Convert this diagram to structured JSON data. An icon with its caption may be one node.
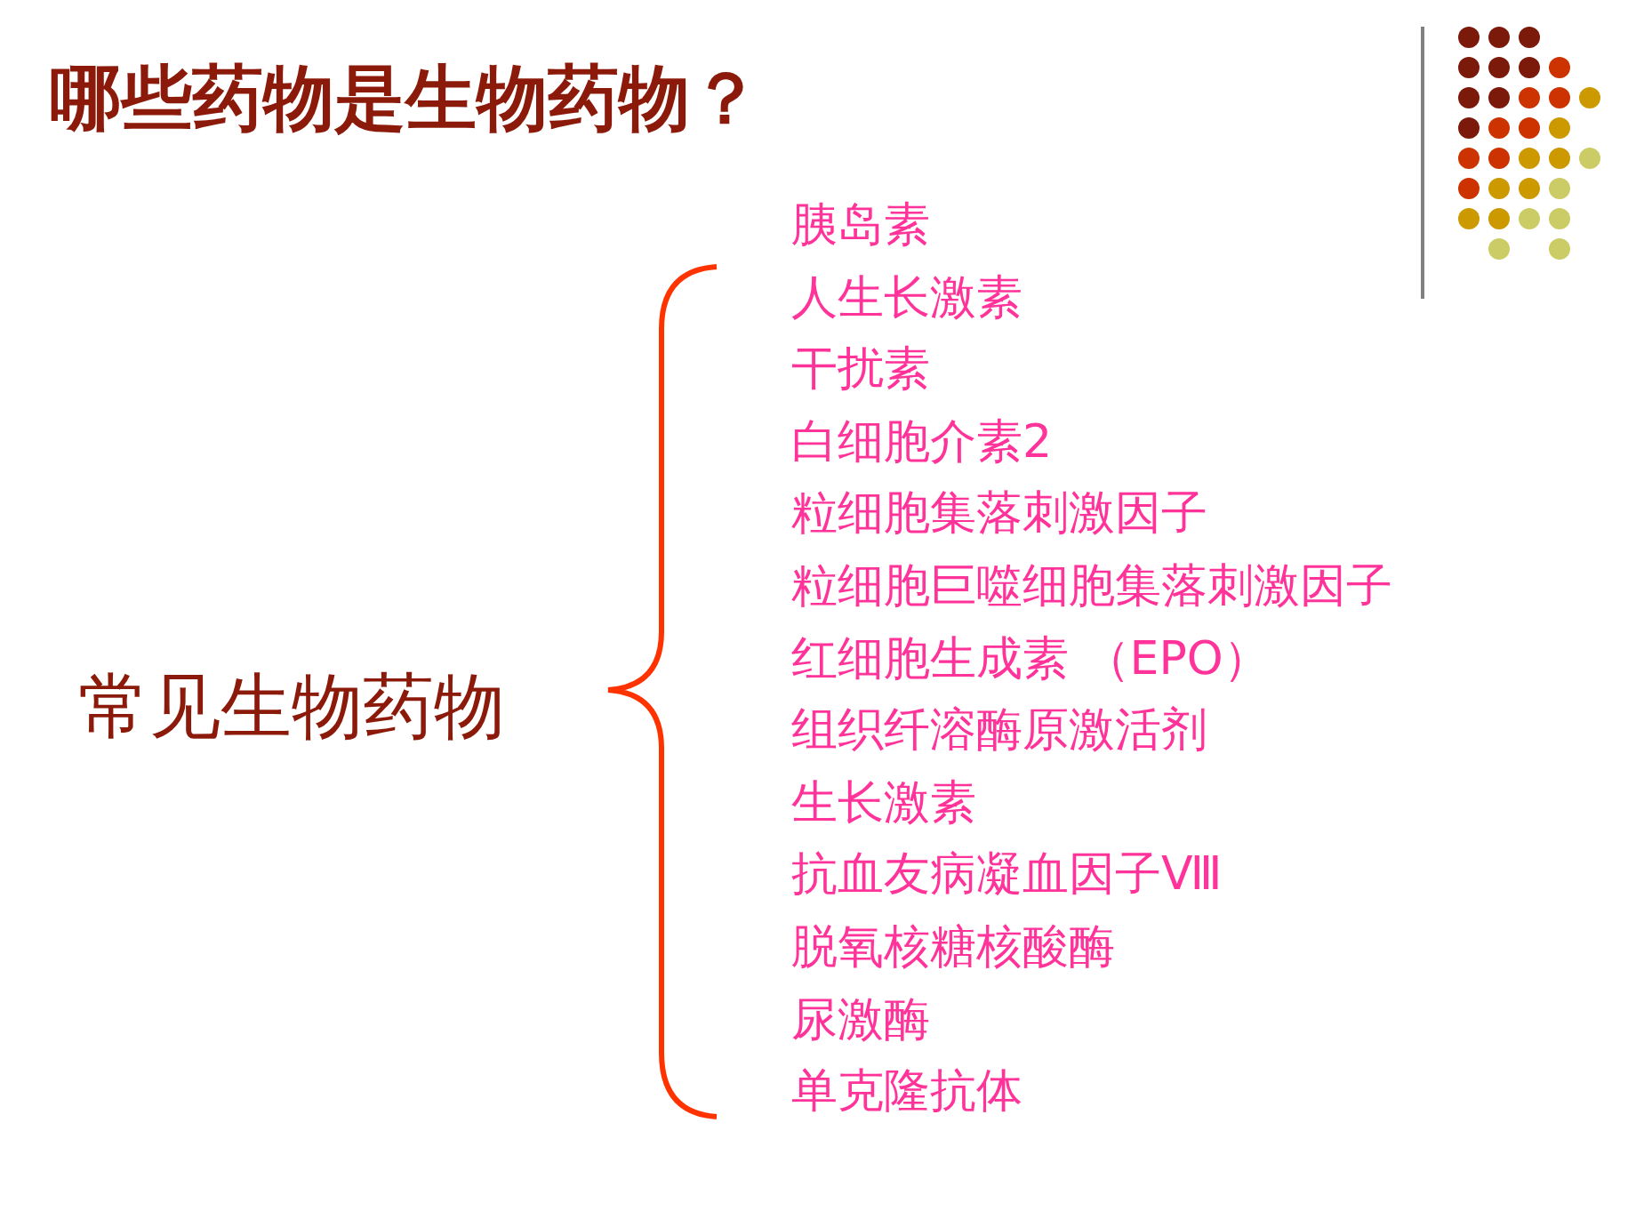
{
  "diagram": {
    "title": "哪些药物是生物药物？",
    "labels": [
      "常见生物药物",
      "胰岛素",
      "人生长激素",
      "干扰素",
      "白细胞介素2",
      "粒细胞集落刺激因子",
      "粒细胞巨噬细胞集落刺激因子",
      "红细胞生成素 （EPO）",
      "组织纤溶酶原激活剂",
      "生长激素",
      "抗血友病凝血因子Ⅷ",
      "脱氧核糖核酸酶",
      "尿激酶",
      "单克隆抗体"
    ]
  }
}
